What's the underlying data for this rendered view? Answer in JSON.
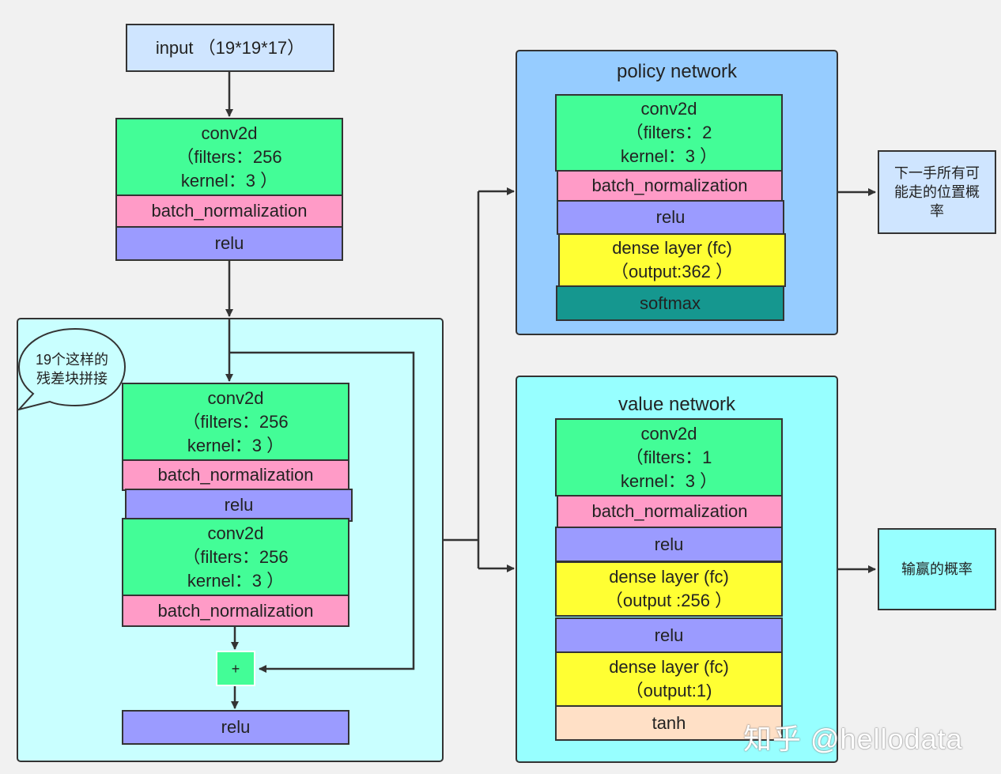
{
  "input": {
    "label": "input （19*19*17）"
  },
  "stem": {
    "conv": [
      "conv2d",
      "（filters：256",
      "kernel：3 ）"
    ],
    "bn": "batch_normalization",
    "relu": "relu"
  },
  "residual": {
    "note": [
      "19个这样的",
      "残差块拼接"
    ],
    "conv1": [
      "conv2d",
      "（filters：256",
      "kernel：3 ）"
    ],
    "bn1": "batch_normalization",
    "relu1": "relu",
    "conv2": [
      "conv2d",
      "（filters：256",
      "kernel：3 ）"
    ],
    "bn2": "batch_normalization",
    "add": "+",
    "relu2": "relu"
  },
  "policy": {
    "title": "policy network",
    "conv": [
      "conv2d",
      "（filters：2",
      "kernel：3 ）"
    ],
    "bn": "batch_normalization",
    "relu": "relu",
    "dense": [
      "dense layer (fc)",
      "（output:362 ）"
    ],
    "softmax": "softmax",
    "output": [
      "下一手所有可",
      "能走的位置概",
      "率"
    ]
  },
  "value": {
    "title": "value network",
    "conv": [
      "conv2d",
      "（filters：1",
      "kernel：3 ）"
    ],
    "bn": "batch_normalization",
    "relu1": "relu",
    "dense1": [
      "dense layer (fc)",
      "（output :256 ）"
    ],
    "relu2": "relu",
    "dense2": [
      "dense layer (fc)",
      "（output:1)"
    ],
    "tanh": "tanh",
    "output": "输赢的概率"
  },
  "watermark": "知乎 @hellodata",
  "colors": {
    "conv": "#43fd97",
    "bn": "#ff9bc7",
    "relu": "#9b9bff",
    "dense": "#ffff33",
    "softmax": "#15978f",
    "tanh": "#ffe0c6",
    "input": "#cfe5ff",
    "residual_panel": "#c9ffff",
    "policy_panel": "#96ccff",
    "value_panel": "#97ffff"
  }
}
